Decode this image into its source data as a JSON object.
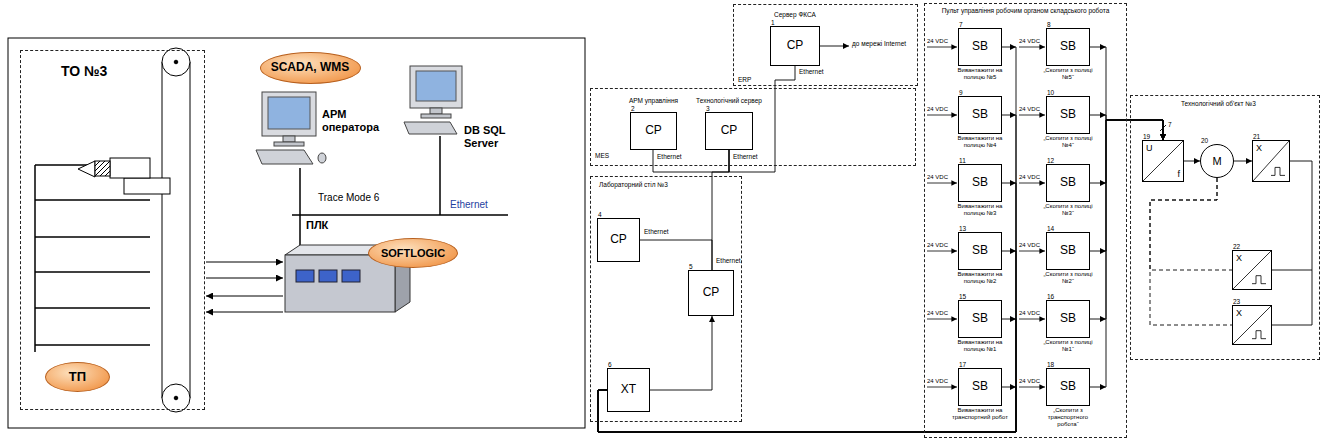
{
  "diagram": {
    "nodes": [
      {
        "text": [
          "ТО №3"
        ]
      },
      {
        "text": [
          "ТП"
        ],
        "in": 0
      },
      {
        "text": [
          "SCADA, WMS"
        ]
      },
      {
        "text": [
          "SOFTLOGIC"
        ]
      },
      {
        "text": [
          "ERP"
        ]
      },
      {
        "text": [
          "Сервер ФКСА",
          "1",
          "CP"
        ],
        "in": 4
      },
      {
        "text": [
          "MES"
        ]
      },
      {
        "text": [
          "АРМ управління",
          "2",
          "CP"
        ],
        "in": 6
      },
      {
        "text": [
          "Технологічний сервер",
          "3",
          "CP"
        ],
        "in": 6
      },
      {
        "text": [
          "Лабораторний стіл №3"
        ]
      },
      {
        "text": [
          "4",
          "CP"
        ],
        "in": 9
      },
      {
        "text": [
          "5",
          "CP"
        ],
        "in": 9
      },
      {
        "text": [
          "6",
          "XT"
        ],
        "in": 9
      },
      {
        "text": [
          "Пульт управління робочим органом складського робота"
        ]
      },
      {
        "text": [
          "7",
          "SB",
          "Вивантажити на полицю №5"
        ],
        "in": 13
      },
      {
        "text": [
          "8",
          "SB",
          "„Скопити з полиці №5“"
        ],
        "in": 13
      },
      {
        "text": [
          "9",
          "SB",
          "Вивантажити на полицю №4"
        ],
        "in": 13
      },
      {
        "text": [
          "10",
          "SB",
          "„Скопити з полиці №4“"
        ],
        "in": 13
      },
      {
        "text": [
          "11",
          "SB",
          "Вивантажити на полицю №3"
        ],
        "in": 13
      },
      {
        "text": [
          "12",
          "SB",
          "„Скопити з полиці №3“"
        ],
        "in": 13
      },
      {
        "text": [
          "13",
          "SB",
          "Вивантажити на полицю №2"
        ],
        "in": 13
      },
      {
        "text": [
          "14",
          "SB",
          "„Скопити з полиці №2“"
        ],
        "in": 13
      },
      {
        "text": [
          "15",
          "SB",
          "Вивантажити на полицю №1"
        ],
        "in": 13
      },
      {
        "text": [
          "16",
          "SB",
          "„Скопити з полиці №1“"
        ],
        "in": 13
      },
      {
        "text": [
          "17",
          "SB",
          "Вивантажити на транспортний робот"
        ],
        "in": 13
      },
      {
        "text": [
          "18",
          "SB",
          "„Скопити з транспортного робота“"
        ],
        "in": 13
      },
      {
        "text": [
          "Технологічний об'єкт №3"
        ]
      },
      {
        "text": [
          "19",
          "U",
          "f"
        ],
        "in": 26
      },
      {
        "text": [
          "20",
          "M"
        ],
        "in": 26
      },
      {
        "text": [
          "21",
          "X"
        ],
        "in": 26
      },
      {
        "text": [
          "22",
          "X"
        ],
        "in": 26
      },
      {
        "text": [
          "23",
          "X"
        ],
        "in": 26
      }
    ],
    "edges": [
      {
        "from": 5,
        "to": 8,
        "arrow": "none"
      },
      {
        "from": 7,
        "to": 8,
        "arrow": "none"
      },
      {
        "from": 8,
        "to": 11,
        "arrow": "none"
      },
      {
        "from": 10,
        "to": 11,
        "arrow": "none"
      },
      {
        "from": 12,
        "to": 11,
        "arrow": "to"
      },
      {
        "from": 14,
        "to": 12,
        "arrow": "none"
      },
      {
        "from": 16,
        "to": 12,
        "arrow": "none"
      },
      {
        "from": 18,
        "to": 12,
        "arrow": "none"
      },
      {
        "from": 20,
        "to": 12,
        "arrow": "none"
      },
      {
        "from": 22,
        "to": 12,
        "arrow": "none"
      },
      {
        "from": 24,
        "to": 12,
        "arrow": "none"
      },
      {
        "from": 15,
        "to": 27,
        "arrow": "to"
      },
      {
        "from": 17,
        "to": 27,
        "arrow": "to"
      },
      {
        "from": 19,
        "to": 27,
        "arrow": "to"
      },
      {
        "from": 21,
        "to": 27,
        "arrow": "to"
      },
      {
        "from": 23,
        "to": 27,
        "arrow": "to"
      },
      {
        "from": 25,
        "to": 27,
        "arrow": "to"
      },
      {
        "from": 27,
        "to": 28,
        "arrow": "to"
      },
      {
        "from": 28,
        "to": 29,
        "arrow": "to"
      },
      {
        "from": 28,
        "to": 30,
        "arrow": "none"
      },
      {
        "from": 28,
        "to": 31,
        "arrow": "none"
      }
    ],
    "labels": [
      "АРМ оператора",
      "DB SQL Server",
      "Trace Mode 6",
      "Ethernet",
      "ПЛК",
      "до мережі Internet",
      "Ethernet",
      "Ethernet",
      "Ethernet",
      "Ethernet",
      "Ethernet",
      "24 VDC",
      "24 VDC",
      "24 VDC",
      "24 VDC",
      "24 VDC",
      "24 VDC",
      "24 VDC",
      "24 VDC",
      "24 VDC",
      "24 VDC",
      "24 VDC",
      "24 VDC",
      "7"
    ]
  }
}
